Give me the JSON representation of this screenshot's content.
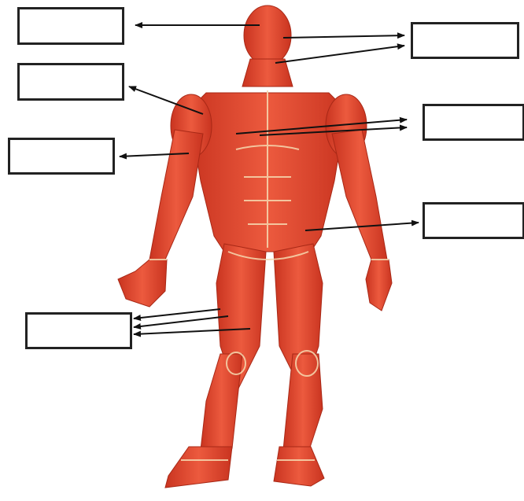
{
  "diagram": {
    "label_boxes": [
      {
        "id": "box-1",
        "text": ""
      },
      {
        "id": "box-2",
        "text": ""
      },
      {
        "id": "box-3",
        "text": ""
      },
      {
        "id": "box-4",
        "text": ""
      },
      {
        "id": "box-5",
        "text": ""
      },
      {
        "id": "box-6",
        "text": ""
      },
      {
        "id": "box-7",
        "text": ""
      }
    ],
    "colors": {
      "muscle": "#e8452e",
      "muscle_light": "#f27a5c",
      "muscle_dark": "#b32a1a",
      "tendon": "#f6d9b0",
      "arrow": "#111111",
      "box_border": "#222222"
    }
  }
}
